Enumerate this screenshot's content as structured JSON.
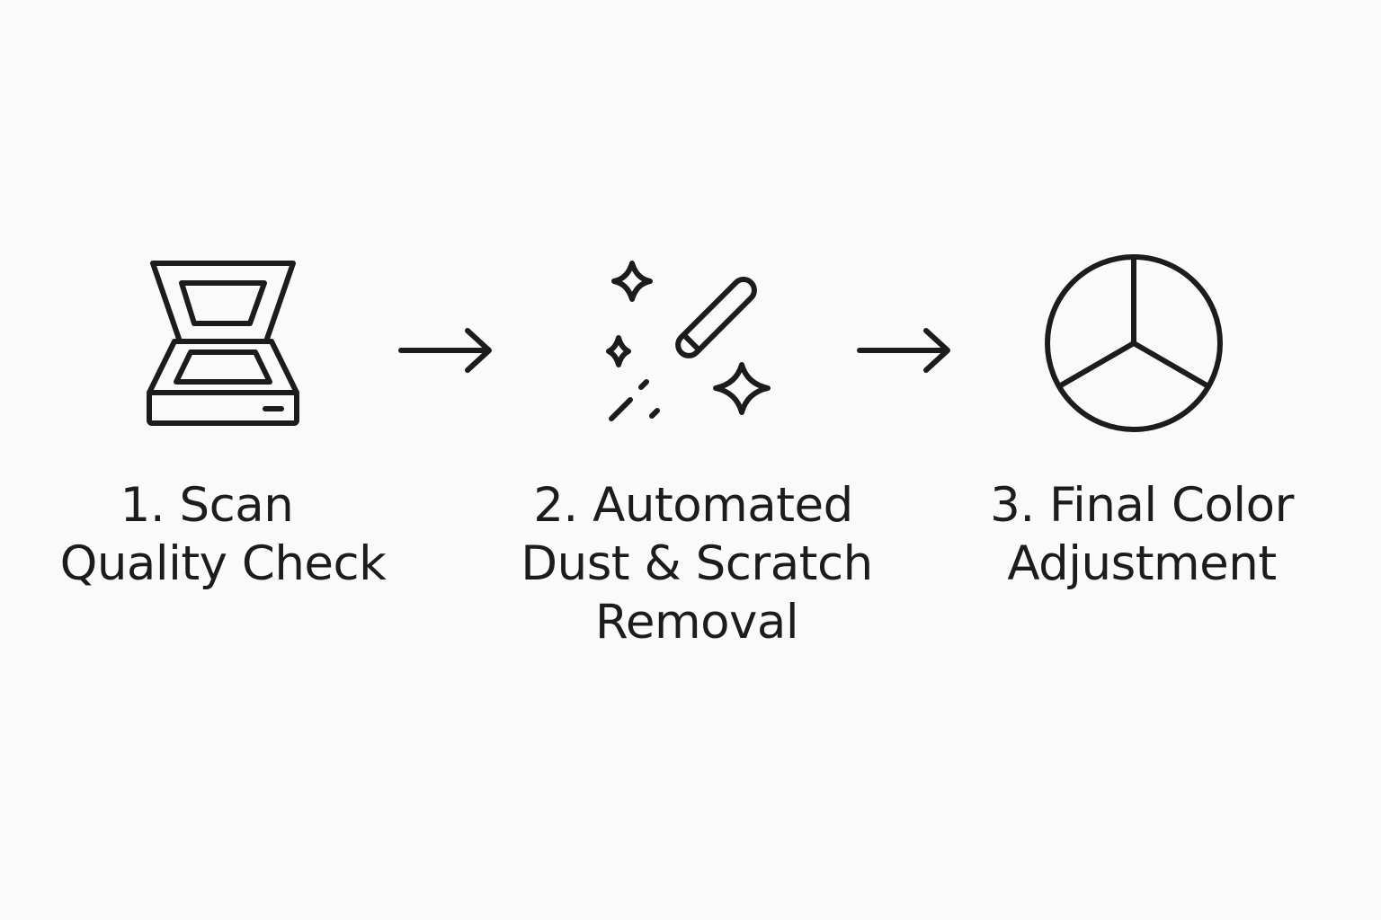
{
  "steps": [
    {
      "icon": "scanner-icon",
      "lines": [
        "1. Scan",
        "Quality Check"
      ]
    },
    {
      "icon": "magic-wand-icon",
      "lines": [
        "2. Automated",
        "Dust & Scratch",
        "Removal"
      ]
    },
    {
      "icon": "color-wheel-icon",
      "lines": [
        "3. Final Color",
        "Adjustment"
      ]
    }
  ],
  "connectors": [
    "arrow-right-icon",
    "arrow-right-icon"
  ],
  "colors": {
    "ink": "#1c1c1c",
    "background": "#fafafa"
  }
}
